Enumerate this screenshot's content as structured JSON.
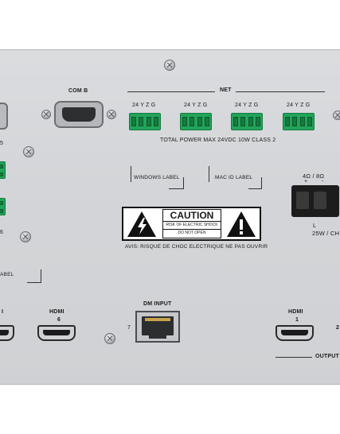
{
  "com_b": "COM B",
  "net": {
    "title": "NET",
    "pins": "24 Y Z G",
    "power": "TOTAL POWER MAX 24VDC 10W CLASS 2"
  },
  "left_labels": {
    "l1": "5",
    "l2": "6",
    "l3": "ABEL"
  },
  "windows_label": "WINDOWS LABEL",
  "mac_label": "MAC ID LABEL",
  "caution": {
    "title": "CAUTION",
    "line1": "RISK OF ELECTRIC SHOCK",
    "line2": "DO NOT OPEN",
    "avis": "AVIS: RISQUE DE CHOC ELECTRIQUE NE PAS OUVRIR"
  },
  "speaker": {
    "impedance": "4Ω / 8Ω",
    "plus": "+",
    "minus": "-",
    "channel": "L",
    "power": "25W / CH"
  },
  "dm_input": {
    "label": "DM INPUT",
    "num": "7"
  },
  "hdmi_6": {
    "label": "HDMI",
    "num": "6"
  },
  "hdmi_out": {
    "label": "HDMI",
    "num": "1",
    "side": "2"
  },
  "hdmi_left": "I",
  "output": "OUTPUT"
}
